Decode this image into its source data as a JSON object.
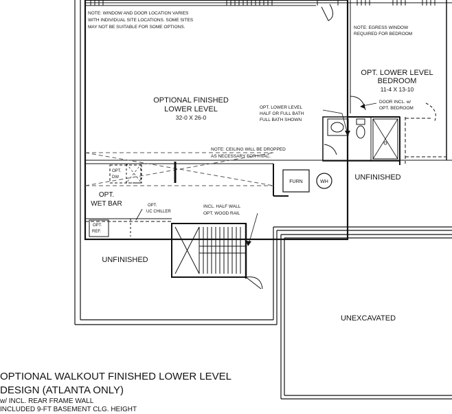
{
  "notes": {
    "window_door": [
      "NOTE: WINDOW AND DOOR LOCATION VARIES",
      "WITH INDIVIDUAL SITE LOCATIONS. SOME SITES",
      "MAY NOT BE SUITABLE FOR SOME OPTIONS."
    ],
    "egress": [
      "NOTE: EGRESS WINDOW",
      "REQUIRED FOR BEDROOM"
    ],
    "ceiling": [
      "NOTE: CEILING WILL BE DROPPED",
      "AS NECESSARY FOR HVAC."
    ],
    "bath": [
      "OPT. LOWER LEVEL",
      "HALF OR FULL BATH",
      "FULL BATH SHOWN"
    ],
    "door": [
      "DOOR INCL. w/",
      "OPT. BEDROOM"
    ],
    "half_wall": [
      "INCL. HALF WALL",
      "OPT. WOOD RAIL"
    ]
  },
  "rooms": {
    "finished_lower": {
      "name": [
        "OPTIONAL FINISHED",
        "LOWER LEVEL"
      ],
      "dims": "32-0 X 26-0"
    },
    "bedroom": {
      "name": [
        "OPT. LOWER LEVEL",
        "BEDROOM"
      ],
      "dims": "11-4 X 13-10"
    },
    "unfinished_right": "UNFINISHED",
    "unfinished_left": "UNFINISHED",
    "unexcavated": "UNEXCAVATED",
    "wet_bar": [
      "OPT.",
      "WET BAR"
    ]
  },
  "fixtures": {
    "furn": "FURN",
    "wh": "WH",
    "dw": [
      "OPT.",
      "DW"
    ],
    "chiller": [
      "OPT.",
      "UC CHILLER"
    ],
    "ref": [
      "OPT.",
      "REF."
    ]
  },
  "title": {
    "line1": "OPTIONAL WALKOUT FINISHED LOWER LEVEL",
    "line2": "DESIGN (ATLANTA ONLY)",
    "line3": "w/ INCL. REAR FRAME WALL",
    "line4": "INCLUDED 9-FT BASEMENT CLG. HEIGHT"
  }
}
